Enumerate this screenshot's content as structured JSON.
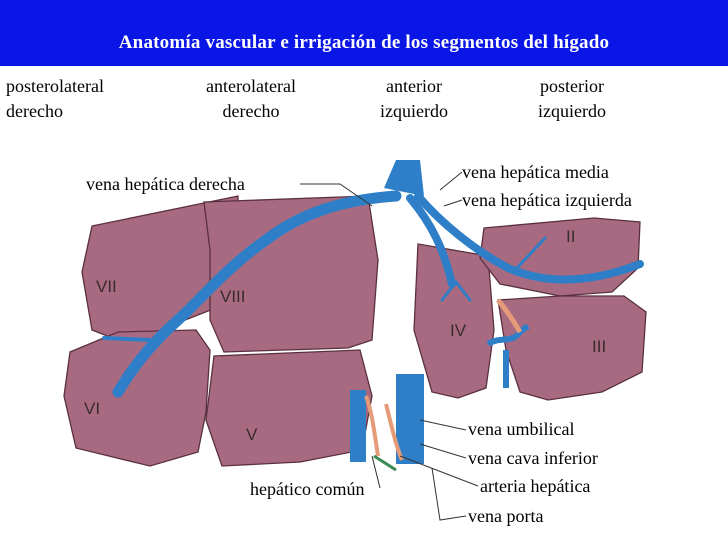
{
  "title": "Anatomía vascular e irrigación de los segmentos del hígado",
  "segment_headers": [
    {
      "line1": "posterolateral",
      "line2": "derecho"
    },
    {
      "line1": "anterolateral",
      "line2": "derecho"
    },
    {
      "line1": "anterior",
      "line2": "izquierdo"
    },
    {
      "line1": "posterior",
      "line2": "izquierdo"
    }
  ],
  "labels": {
    "vena_hepatica_derecha": "vena hepática derecha",
    "vena_hepatica_media": "vena hepática media",
    "vena_hepatica_izquierda": "vena hepática izquierda",
    "vena_umbilical": "vena umbilical",
    "vena_cava_inferior": "vena cava inferior",
    "arteria_hepatica": "arteria hepática",
    "hepatico_comun": "hepático común",
    "vena_porta": "vena porta"
  },
  "segments": {
    "ii": "II",
    "iii": "III",
    "iv": "IV",
    "v": "V",
    "vi": "VI",
    "vii": "VII",
    "viii": "VIII"
  },
  "colors": {
    "title_bar": "#0a16e6",
    "liver": "#a86a80",
    "vein": "#2f7fc8",
    "artery": "#e59a78",
    "duct": "#3c8a56"
  }
}
